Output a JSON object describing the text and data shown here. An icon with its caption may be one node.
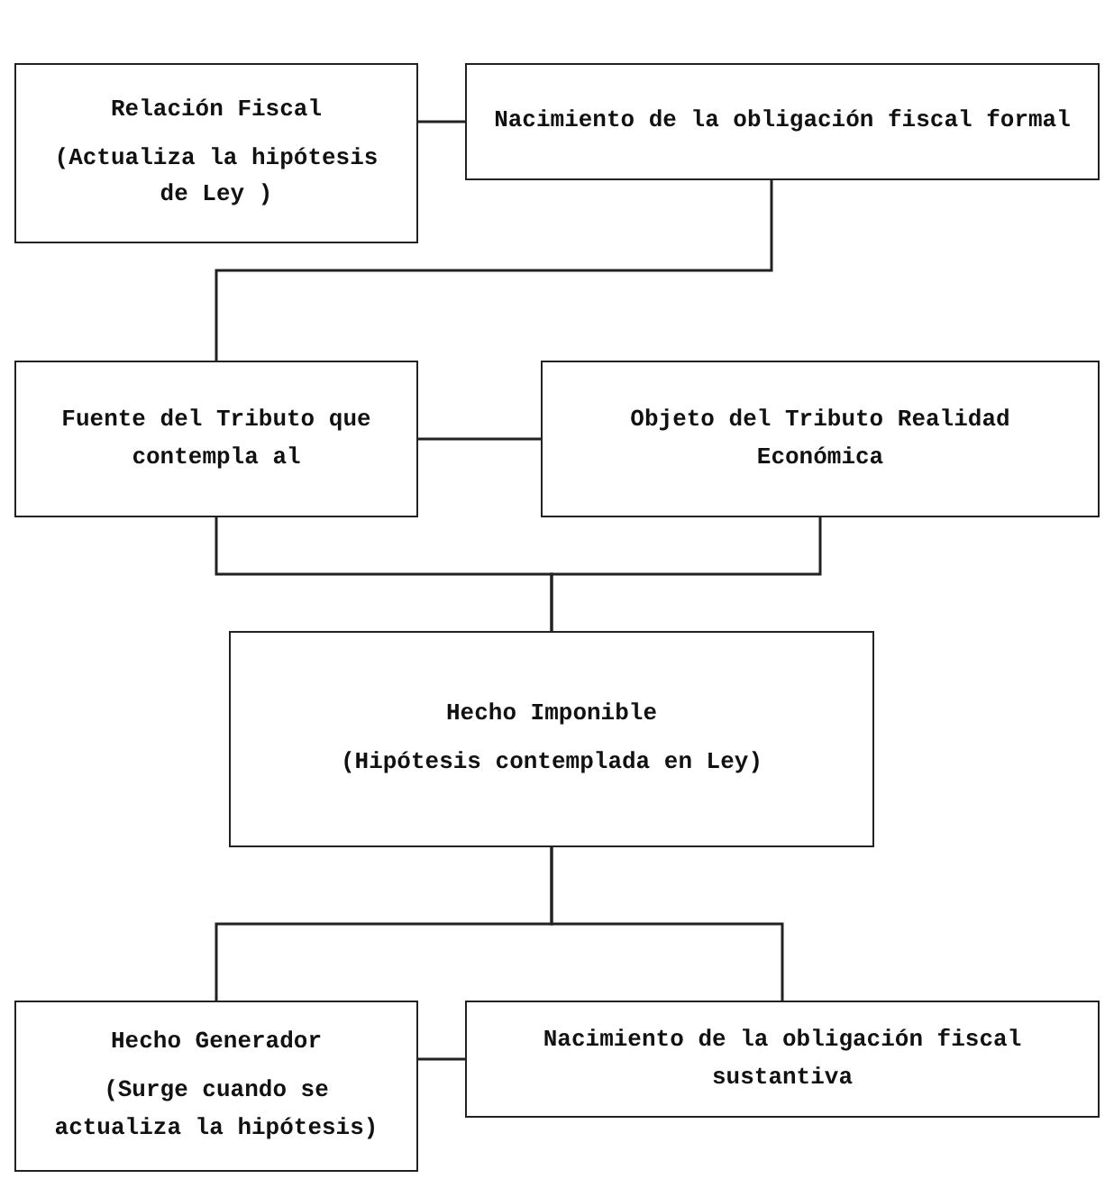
{
  "diagram": {
    "nodes": [
      {
        "text": [
          "Relación Fiscal",
          "(Actualiza la hipótesis de Ley )"
        ]
      },
      {
        "text": [
          "Nacimiento de la obligación fiscal formal"
        ]
      },
      {
        "text": [
          "Fuente del Tributo que contempla al"
        ]
      },
      {
        "text": [
          "Objeto del Tributo Realidad Económica"
        ]
      },
      {
        "text": [
          "Hecho Imponible",
          "(Hipótesis contemplada en Ley)"
        ]
      },
      {
        "text": [
          "Hecho Generador",
          "(Surge cuando se actualiza la hipótesis)"
        ]
      },
      {
        "text": [
          "Nacimiento de la obligación fiscal sustantiva"
        ]
      }
    ],
    "edges": [
      {
        "from": 0,
        "to": 1,
        "arrow": "none"
      },
      {
        "from": 1,
        "to": 2,
        "arrow": "none"
      },
      {
        "from": 2,
        "to": 3,
        "arrow": "none"
      },
      {
        "from": 2,
        "to": 4,
        "arrow": "none"
      },
      {
        "from": 3,
        "to": 4,
        "arrow": "none"
      },
      {
        "from": 4,
        "to": 5,
        "arrow": "none"
      },
      {
        "from": 4,
        "to": 6,
        "arrow": "none"
      },
      {
        "from": 5,
        "to": 6,
        "arrow": "none"
      }
    ]
  }
}
